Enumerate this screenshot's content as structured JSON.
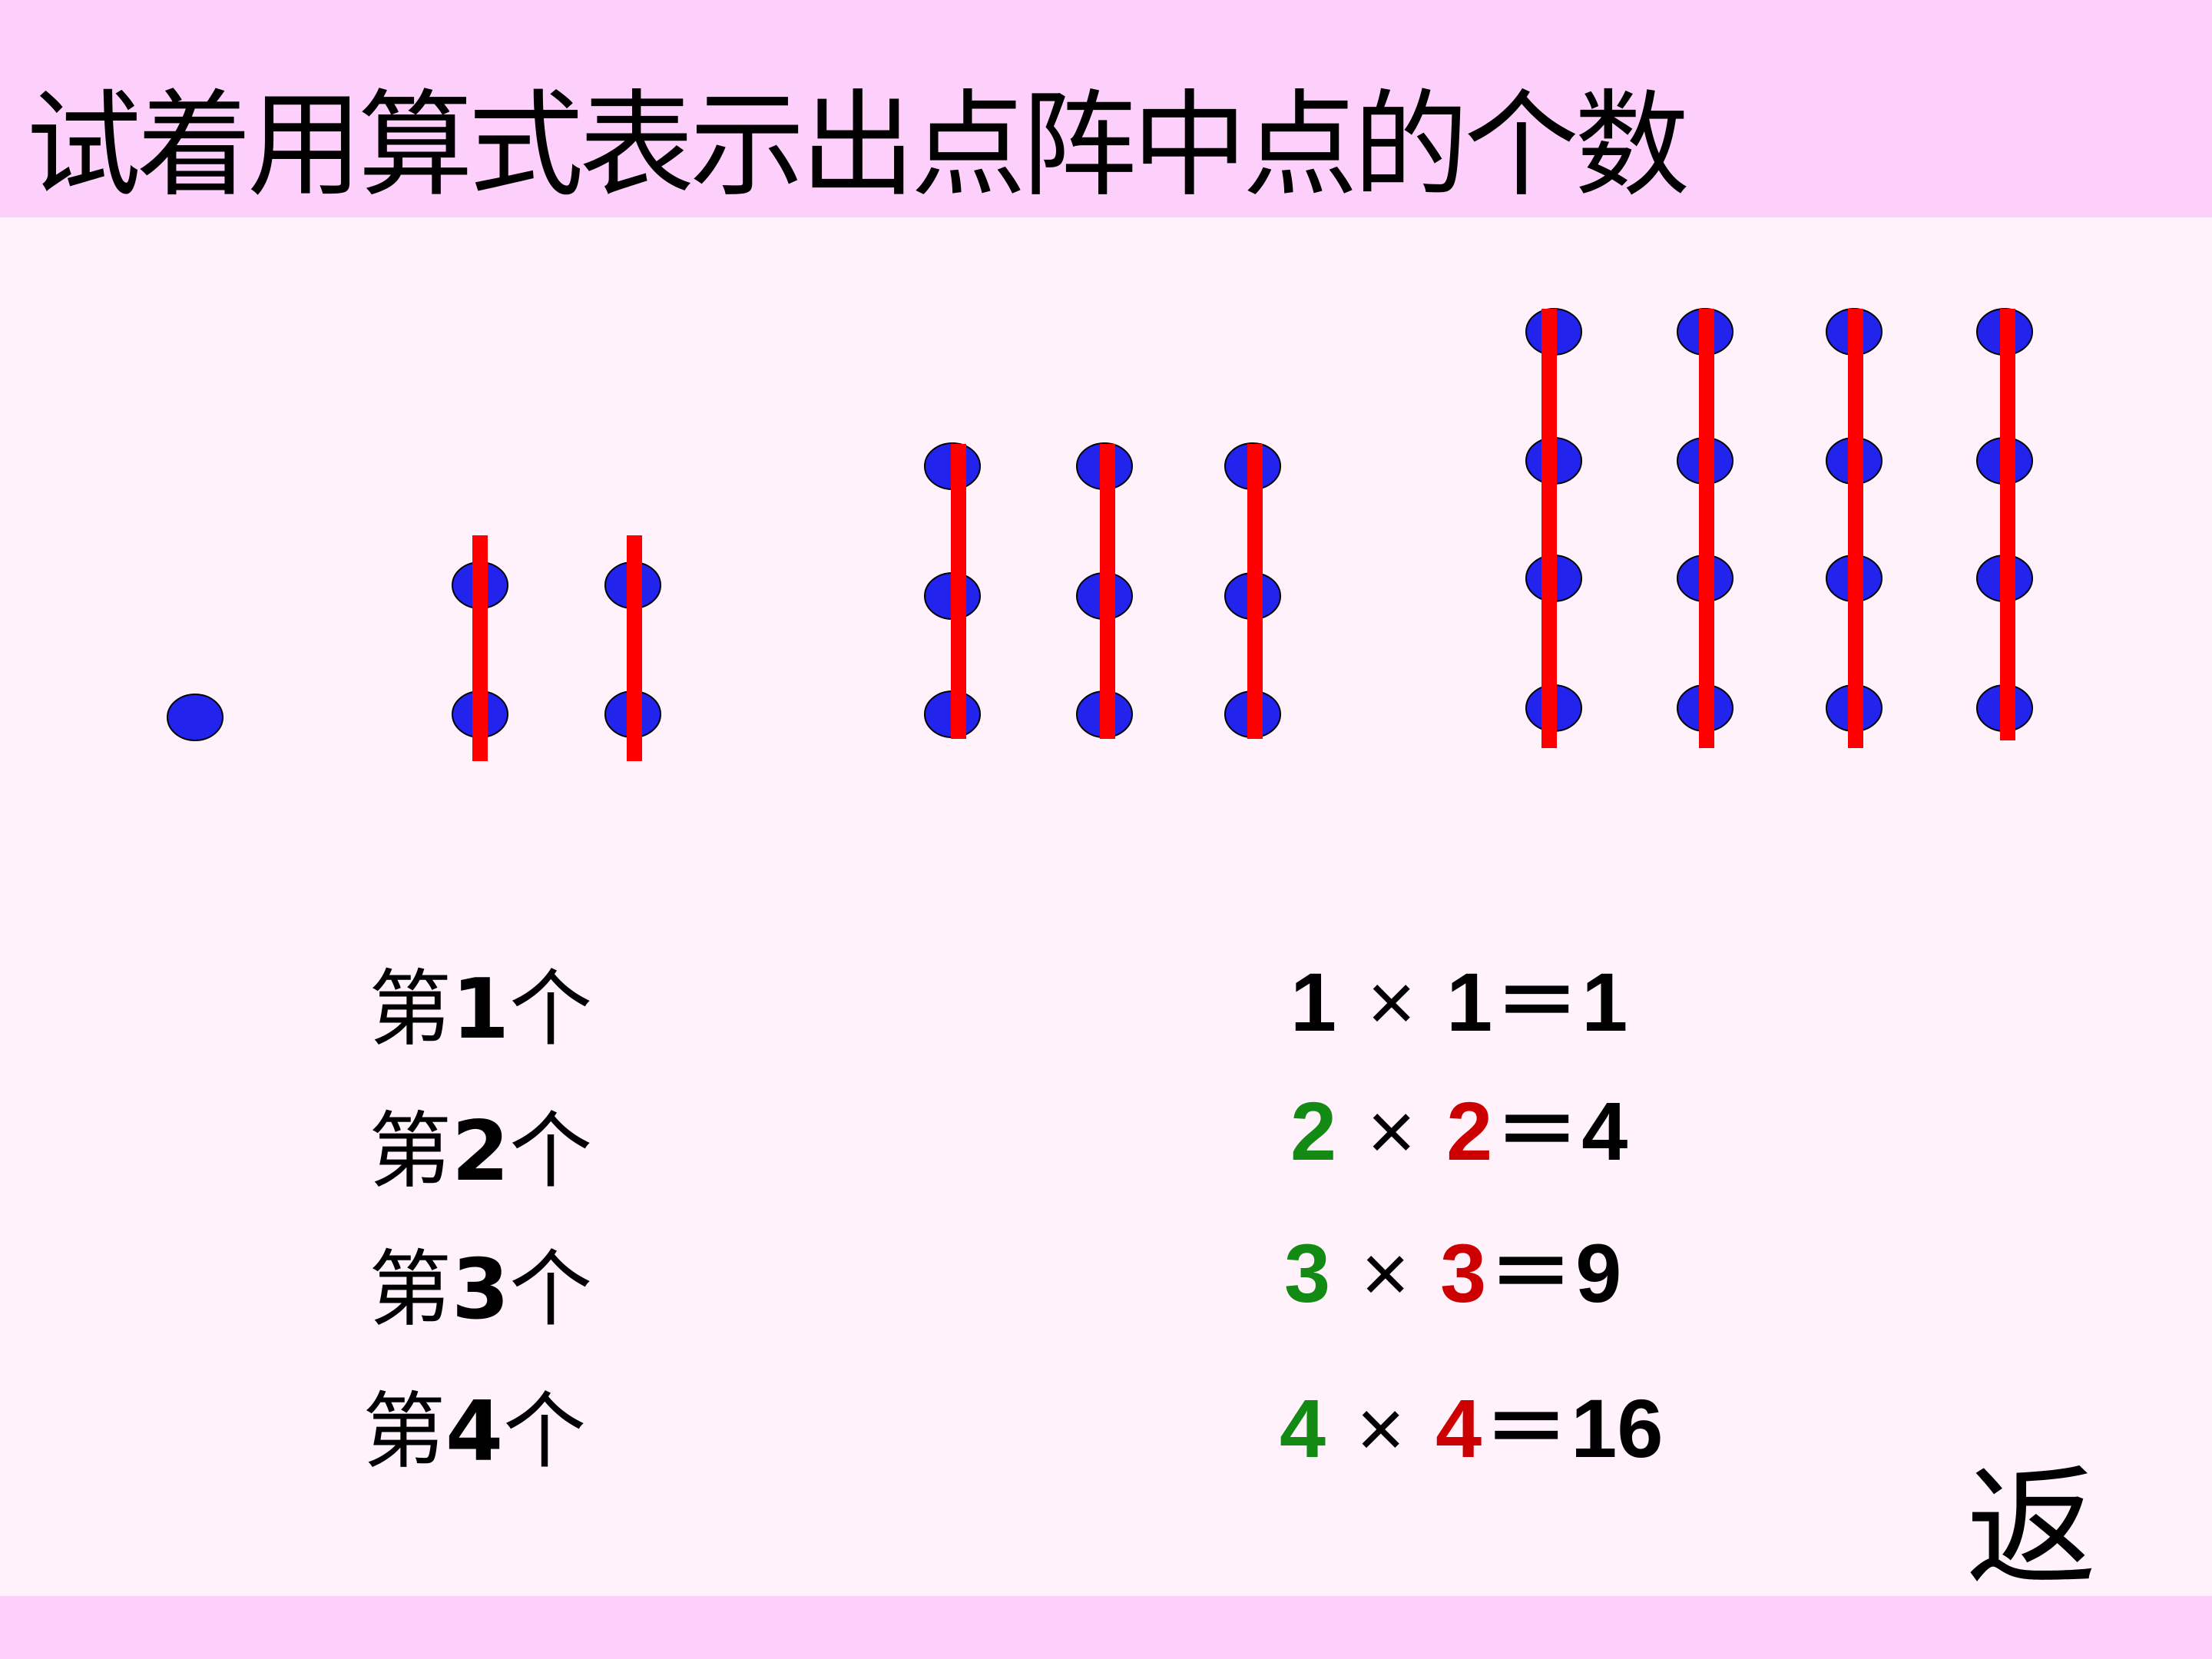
{
  "title": "试着用算式表示出点阵中点的个数",
  "colors": {
    "header_bg": "#fdd0fb",
    "page_bg": "#fff2fb",
    "dot_fill": "#2323ee",
    "line_color": "#ff0000",
    "green": "#138a13",
    "red": "#cc0000"
  },
  "patterns": [
    {
      "n": 1,
      "columns": 1,
      "rows": 1
    },
    {
      "n": 2,
      "columns": 2,
      "rows": 2
    },
    {
      "n": 3,
      "columns": 3,
      "rows": 3
    },
    {
      "n": 4,
      "columns": 4,
      "rows": 4
    }
  ],
  "labels": [
    {
      "prefix": "第",
      "num": "1",
      "suffix": "个"
    },
    {
      "prefix": "第",
      "num": "2",
      "suffix": "个"
    },
    {
      "prefix": "第",
      "num": "3",
      "suffix": "个"
    },
    {
      "prefix": "第",
      "num": "4",
      "suffix": "个"
    }
  ],
  "equations": [
    {
      "a": "1",
      "times": "×",
      "b": "1",
      "equals": "＝",
      "result": "1"
    },
    {
      "a": "2",
      "times": "×",
      "b": "2",
      "equals": "＝",
      "result": "4"
    },
    {
      "a": "3",
      "times": "×",
      "b": "3",
      "equals": "＝",
      "result": "9"
    },
    {
      "a": "4",
      "times": "×",
      "b": "4",
      "equals": "＝",
      "result": "16"
    }
  ],
  "back_button": "返"
}
